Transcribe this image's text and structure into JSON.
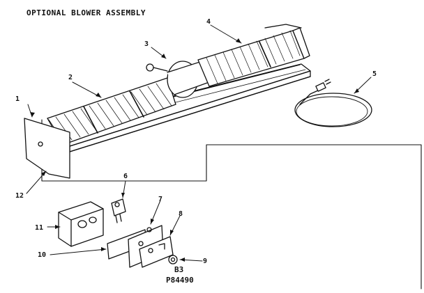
{
  "title": "OPTIONAL BLOWER ASSEMBLY",
  "callouts": [
    "1",
    "2",
    "3",
    "4",
    "5",
    "6",
    "7",
    "8",
    "9",
    "10",
    "11",
    "12"
  ],
  "codes": {
    "sheet": "B3",
    "part_number": "P84490"
  }
}
